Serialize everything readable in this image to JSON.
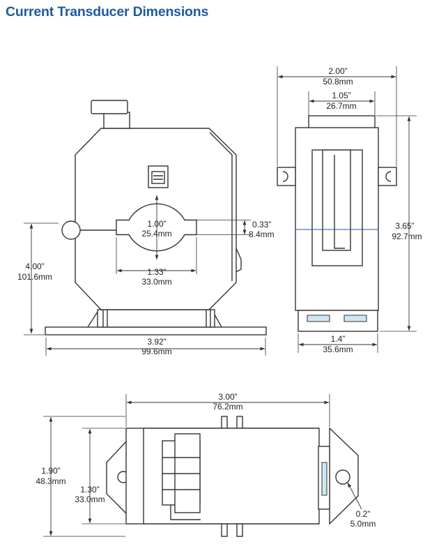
{
  "title": "Current Transducer Dimensions",
  "colors": {
    "title": "#1f5b9a",
    "line": "#333333",
    "accent": "#cfe6f5"
  },
  "front_view": {
    "hole_diameter": {
      "in": "1.00”",
      "mm": "25.4mm"
    },
    "slot_height": {
      "in": "0.33”",
      "mm": "8.4mm"
    },
    "slot_width": {
      "in": "1.33”",
      "mm": "33.0mm"
    },
    "height": {
      "in": "4.00”",
      "mm": "101.6mm"
    },
    "base_width": {
      "in": "3.92”",
      "mm": "99.6mm"
    }
  },
  "side_view": {
    "overall_width": {
      "in": "2.00”",
      "mm": "50.8mm"
    },
    "top_width": {
      "in": "1.05”",
      "mm": "26.7mm"
    },
    "height": {
      "in": "3.65”",
      "mm": "92.7mm"
    },
    "base_width": {
      "in": "1.4”",
      "mm": "35.6mm"
    }
  },
  "top_view": {
    "length": {
      "in": "3.00”",
      "mm": "76.2mm"
    },
    "flange_width": {
      "in": "1.90”",
      "mm": "48.3mm"
    },
    "body_width": {
      "in": "1.30”",
      "mm": "33.0mm"
    },
    "mount_hole": {
      "in": "0.2”",
      "mm": "5.0mm"
    }
  }
}
